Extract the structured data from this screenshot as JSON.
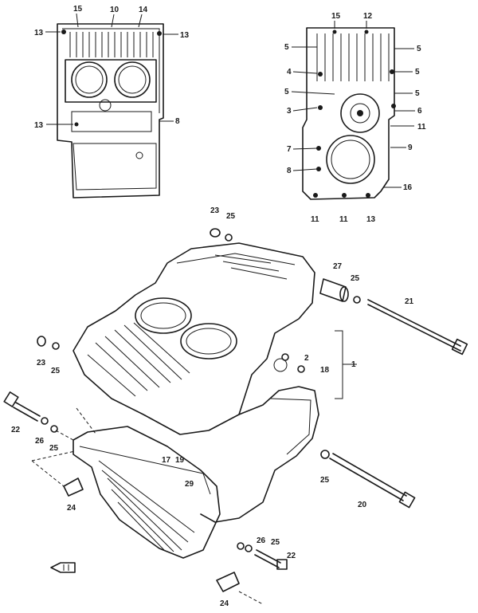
{
  "parts": [
    {
      "id": "p15a",
      "num": "15"
    },
    {
      "id": "p10",
      "num": "10"
    },
    {
      "id": "p14",
      "num": "14"
    },
    {
      "id": "p13a",
      "num": "13"
    },
    {
      "id": "p13b",
      "num": "13"
    },
    {
      "id": "p13c",
      "num": "13"
    },
    {
      "id": "p8",
      "num": "8"
    },
    {
      "id": "p15b",
      "num": "15"
    },
    {
      "id": "p12",
      "num": "12"
    },
    {
      "id": "p5a",
      "num": "5"
    },
    {
      "id": "p5b",
      "num": "5"
    },
    {
      "id": "p5c",
      "num": "5"
    },
    {
      "id": "p5d",
      "num": "5"
    },
    {
      "id": "p5e",
      "num": "5"
    },
    {
      "id": "p4",
      "num": "4"
    },
    {
      "id": "p3",
      "num": "3"
    },
    {
      "id": "p6",
      "num": "6"
    },
    {
      "id": "p11a",
      "num": "11"
    },
    {
      "id": "p7",
      "num": "7"
    },
    {
      "id": "p9",
      "num": "9"
    },
    {
      "id": "p8b",
      "num": "8"
    },
    {
      "id": "p16",
      "num": "16"
    },
    {
      "id": "p11b",
      "num": "11"
    },
    {
      "id": "p11c",
      "num": "11"
    },
    {
      "id": "p13d",
      "num": "13"
    },
    {
      "id": "p23a",
      "num": "23"
    },
    {
      "id": "p25a",
      "num": "25"
    },
    {
      "id": "p27",
      "num": "27"
    },
    {
      "id": "p25b",
      "num": "25"
    },
    {
      "id": "p21",
      "num": "21"
    },
    {
      "id": "p2",
      "num": "2"
    },
    {
      "id": "p18",
      "num": "18"
    },
    {
      "id": "p1",
      "num": "1"
    },
    {
      "id": "p23b",
      "num": "23"
    },
    {
      "id": "p25c",
      "num": "25"
    },
    {
      "id": "p22a",
      "num": "22"
    },
    {
      "id": "p26",
      "num": "26"
    },
    {
      "id": "p25d",
      "num": "25"
    },
    {
      "id": "p17",
      "num": "17"
    },
    {
      "id": "p19",
      "num": "19"
    },
    {
      "id": "p29",
      "num": "29"
    },
    {
      "id": "p24a",
      "num": "24"
    },
    {
      "id": "p25e",
      "num": "25"
    },
    {
      "id": "p20",
      "num": "20"
    },
    {
      "id": "p26b",
      "num": "26"
    },
    {
      "id": "p25f",
      "num": "25"
    },
    {
      "id": "p22b",
      "num": "22"
    },
    {
      "id": "p24b",
      "num": "24"
    }
  ]
}
